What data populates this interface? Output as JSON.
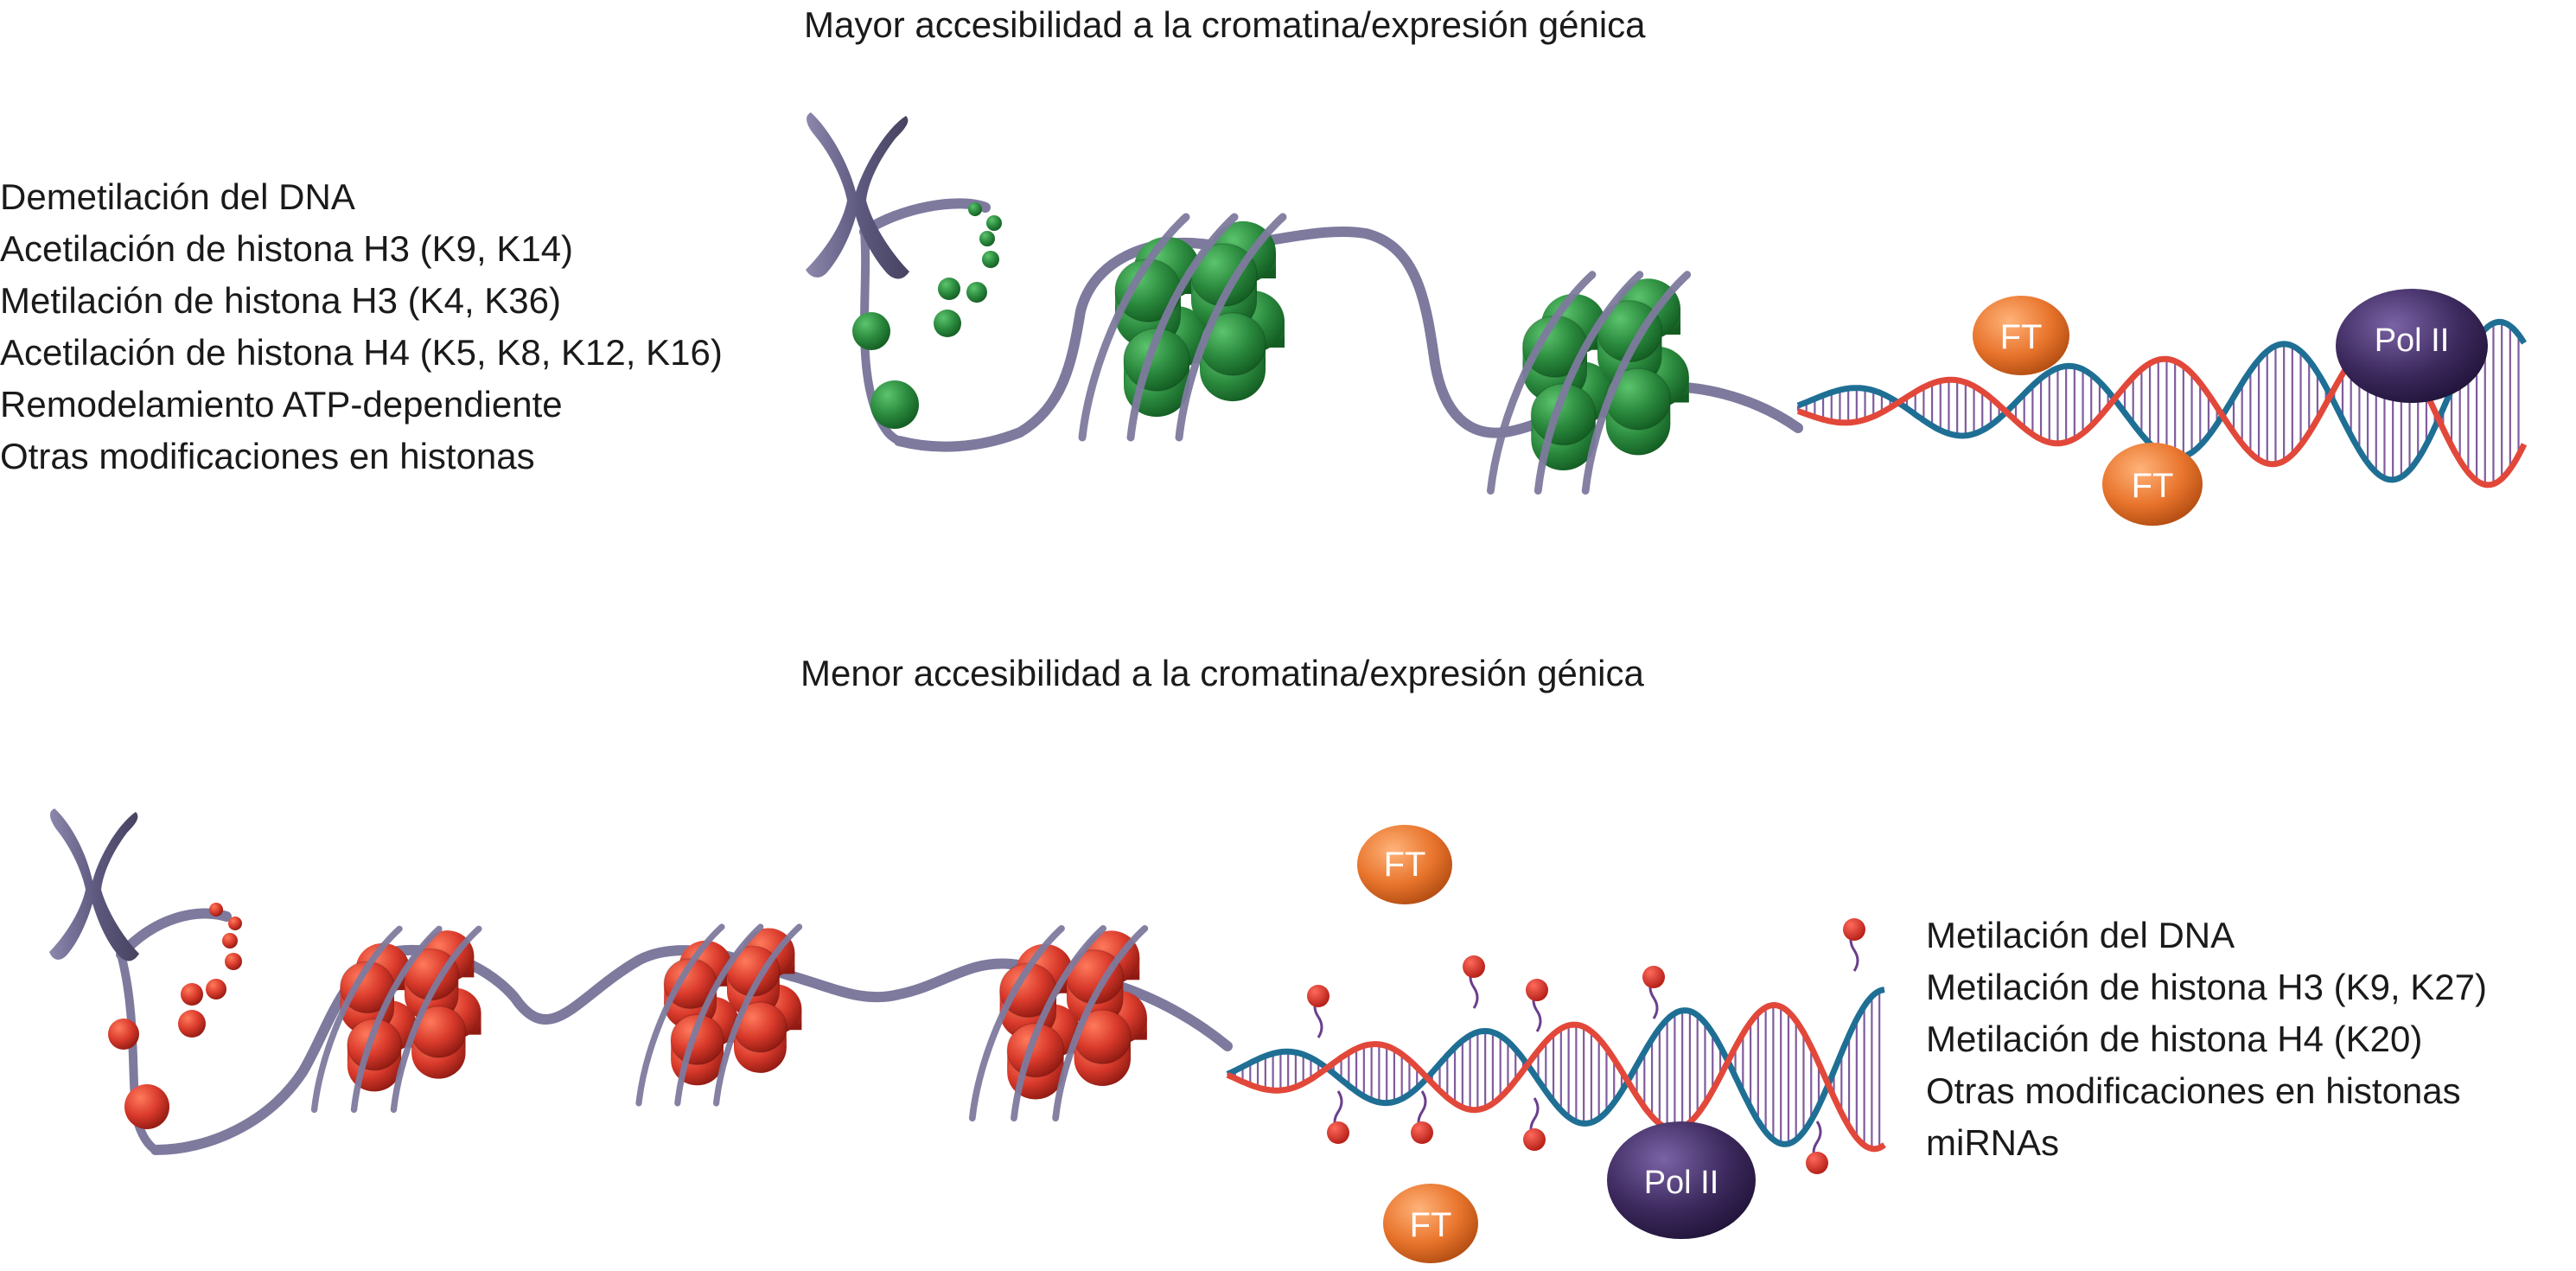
{
  "top_panel": {
    "caption": "Mayor accesibilidad a la cromatina/expresión génica",
    "marks": [
      "Demetilación del DNA",
      "Acetilación de histona H3 (K9, K14)",
      "Metilación de histona H3 (K4, K36)",
      "Acetilación de histona H4 (K5, K8, K12, K16)",
      "Remodelamiento ATP-dependiente",
      "Otras modificaciones en histonas"
    ],
    "nucleosome_color": "#2b8a3e",
    "nucleosome_count": 2
  },
  "bottom_panel": {
    "caption": "Menor accesibilidad a la cromatina/expresión génica",
    "marks": [
      "Metilación del DNA",
      "Metilación de histona H3 (K9, K27)",
      "Metilación de histona H4 (K20)",
      "Otras modificaciones en histonas",
      "miRNAs"
    ],
    "nucleosome_color": "#d93a2b",
    "nucleosome_count": 3
  },
  "proteins": {
    "ft_label": "FT",
    "pol_label": "Pol II",
    "ft_color": "#e8742c",
    "pol_color": "#3d2a5e"
  },
  "dna": {
    "strand_a_color": "#e2483a",
    "strand_b_color": "#1f6f95",
    "rung_color": "#6b3f8c",
    "fiber_color": "#7d7a9e",
    "methyl_color": "#e02a22"
  },
  "chromosome_color": "#6f6b8f"
}
